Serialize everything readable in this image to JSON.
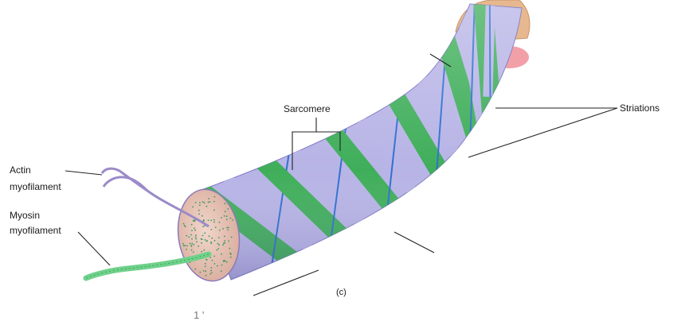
{
  "labels": {
    "actin_line1": "Actin",
    "actin_line2": "myofilament",
    "myosin_line1": "Myosin",
    "myosin_line2": "myofilament",
    "sarcomere": "Sarcomere",
    "striations": "Striations",
    "panel": "(c)",
    "stray_mark": "1 '"
  },
  "colors": {
    "fiber_lavender": "#b7b4e6",
    "fiber_shadow": "#8d89cf",
    "band_green": "#3fae5a",
    "band_green_dark": "#2f8f47",
    "z_line_blue": "#2f6fd0",
    "cross_section": "#e4c2b6",
    "dots": "#3a9a5c",
    "actin_filament": "#9b8ac9",
    "myosin_filament": "#6fd18a",
    "nerve_tissue": "#e7b88f",
    "nerve_pink": "#f2a0a8"
  }
}
